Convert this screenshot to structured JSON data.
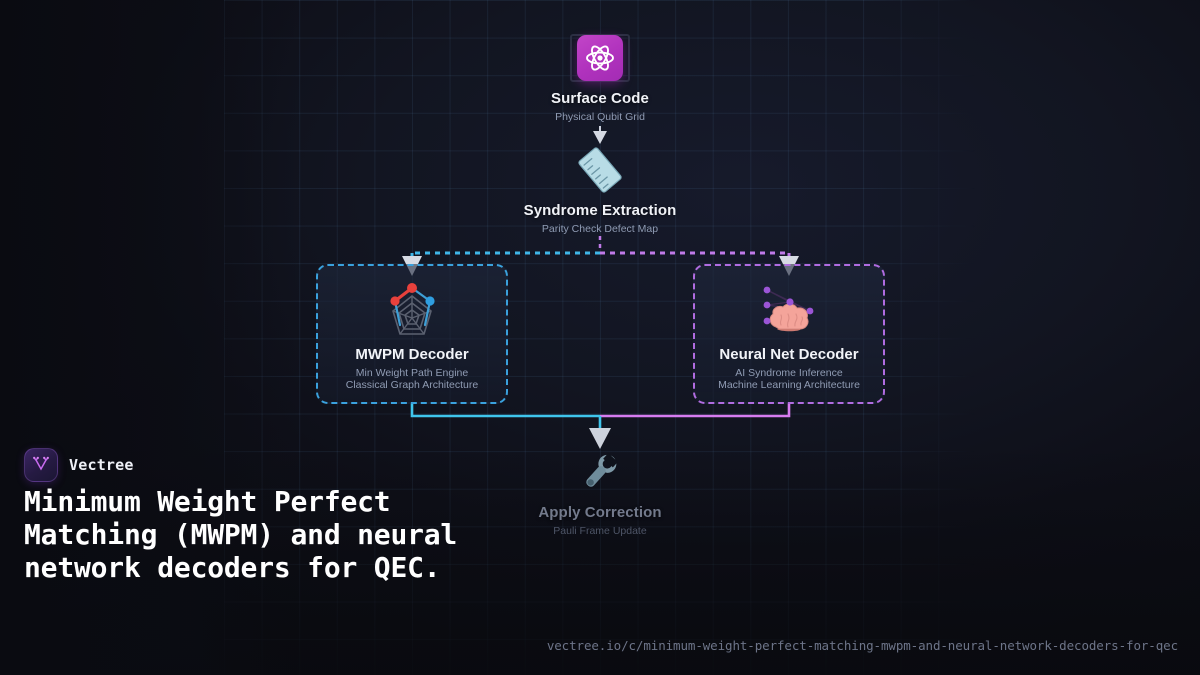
{
  "brand": {
    "name": "Vectree",
    "logo_icon": "vectree-v-tree-logo",
    "accent": "#a855f7"
  },
  "headline": "Minimum Weight Perfect Matching (MWPM) and neural network decoders for QEC.",
  "url": "vectree.io/c/minimum-weight-perfect-matching-mwpm-and-neural-network-decoders-for-qec",
  "diagram": {
    "nodes": [
      {
        "id": "surface-code",
        "title": "Surface Code",
        "subtitle": "Physical Qubit Grid",
        "icon": "atom-icon",
        "icon_bg": "#b032bd"
      },
      {
        "id": "syndrome-extraction",
        "title": "Syndrome Extraction",
        "subtitle": "Parity Check Defect Map",
        "icon": "ruler-icon",
        "icon_bg": "#a8d4e0"
      },
      {
        "id": "apply-correction",
        "title": "Apply Correction",
        "subtitle": "Pauli Frame Update",
        "icon": "wrench-icon",
        "icon_bg": "#6e8a99"
      }
    ],
    "decoders": [
      {
        "id": "mwpm-decoder",
        "title": "MWPM Decoder",
        "subtitle_line1": "Min Weight Path Engine",
        "subtitle_line2": "Classical Graph Architecture",
        "icon": "spider-web-graph-icon",
        "border_color": "#3aa1dd"
      },
      {
        "id": "neural-net-decoder",
        "title": "Neural Net Decoder",
        "subtitle_line1": "AI Syndrome Inference",
        "subtitle_line2": "Machine Learning Architecture",
        "icon": "brain-network-icon",
        "border_color": "#b06ce0"
      }
    ],
    "edges": [
      {
        "id": "surface-to-syndrome",
        "style": "solid-arrow",
        "color": "#d8dce6"
      },
      {
        "id": "syndrome-split",
        "style": "dashed",
        "color_left": "#3fb6e8",
        "color_right": "#c07ae8"
      },
      {
        "id": "mwpm-to-correction",
        "style": "solid",
        "color": "#3fc5ec"
      },
      {
        "id": "nn-to-correction",
        "style": "solid",
        "color": "#d77cf0"
      }
    ]
  }
}
